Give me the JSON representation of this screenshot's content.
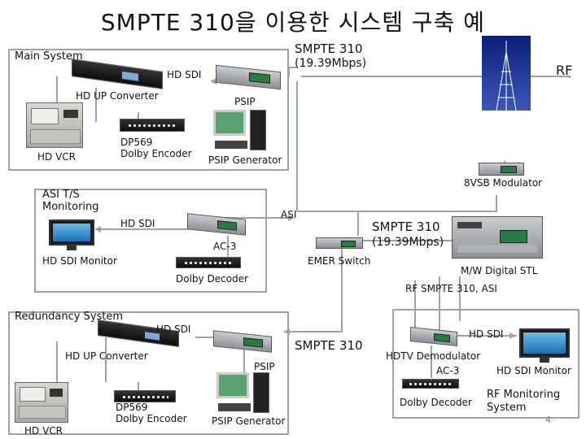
{
  "title": "SMPTE 310을 이용한 시스템 구축 예",
  "labels": {
    "main_system": "Main System",
    "smpte310_top": "SMPTE 310",
    "rate_top": "(19.39Mbps)",
    "rf_top": "RF",
    "hd_sdi_1": "HD SDI",
    "hd_up_converter_1": "HD UP Converter",
    "psip_1": "PSIP",
    "dp569_1": "DP569",
    "dolby_encoder_1": "Dolby Encoder",
    "hd_vcr_1": "HD VCR",
    "psip_generator_1": "PSIP Generator",
    "vsb_modulator": "8VSB Modulator",
    "asi_ts": "ASI T/S",
    "monitoring": "Monitoring",
    "asi": "ASI",
    "hd_sdi_2": "HD SDI",
    "smpte310_mid": "SMPTE 310",
    "rate_mid": "(19.39Mbps)",
    "ac3_1": "AC-3",
    "hd_sdi_monitor_1": "HD SDI Monitor",
    "emer_switch": "EMER Switch",
    "mw_digital_stl": "M/W Digital STL",
    "dolby_decoder_1": "Dolby Decoder",
    "rf_smpte_asi": "RF SMPTE 310, ASI",
    "redundancy_system": "Redundancy System",
    "hd_sdi_3": "HD SDI",
    "smpte310_bottom": "SMPTE 310",
    "hd_sdi_4": "HD SDI",
    "hd_up_converter_2": "HD UP Converter",
    "psip_2": "PSIP",
    "hdtv_demodulator": "HDTV Demodulator",
    "ac3_2": "AC-3",
    "hd_sdi_monitor_2": "HD SDI Monitor",
    "dp569_2": "DP569",
    "dolby_encoder_2": "Dolby Encoder",
    "dolby_decoder_2": "Dolby Decoder",
    "rf_monitoring": "RF Monitoring",
    "system": "System",
    "psip_generator_2": "PSIP Generator",
    "hd_vcr_2": "HD VCR",
    "page_number": "4"
  },
  "colors": {
    "box_border": "#9aa3a8",
    "connector": "#9aa3a8",
    "sky": "#1c2f8a",
    "screen_green": "#2a7a46"
  },
  "icons": [
    "antenna-tower-icon",
    "rack-device-icon",
    "vcr-icon",
    "pc-workstation-icon",
    "lcd-monitor-icon",
    "dolby-unit-icon"
  ]
}
